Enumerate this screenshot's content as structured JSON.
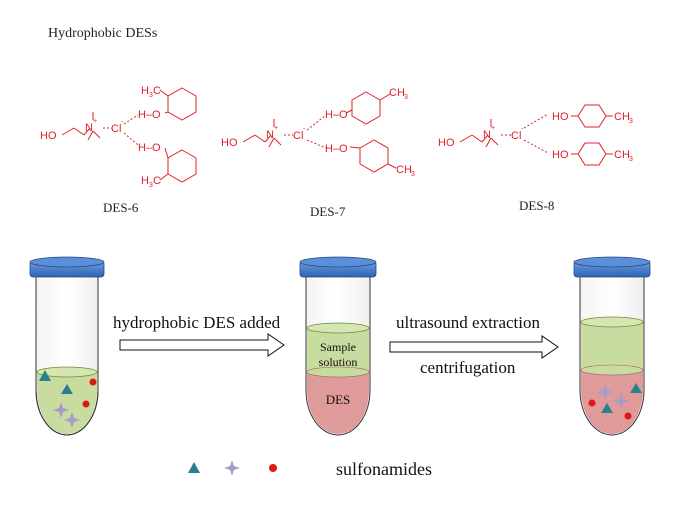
{
  "title": "Hydrophobic DESs",
  "des_labels": [
    "DES-6",
    "DES-7",
    "DES-8"
  ],
  "chem_text": {
    "oh": "HO",
    "n_plus": "N",
    "plus": "+",
    "cl": "Cl",
    "minus": "-",
    "h_o": "H–O",
    "o": "O",
    "ho_right": "HO",
    "h3c": "H",
    "h3c_sub": "3",
    "h3c_c": "C",
    "ch3": "CH",
    "ch3_sub": "3"
  },
  "steps": {
    "step1": "hydrophobic DES added",
    "step2_top": "ultrasound extraction",
    "step2_bottom": "centrifugation"
  },
  "tube2": {
    "upper_label_line1": "Sample",
    "upper_label_line2": "solution",
    "lower_label": "DES"
  },
  "legend": {
    "label": "sulfonamides",
    "items": [
      {
        "shape": "triangle",
        "color": "#2a7f8f"
      },
      {
        "shape": "star",
        "color": "#a79bc9"
      },
      {
        "shape": "dot",
        "color": "#e01818"
      }
    ]
  },
  "colors": {
    "chem_red": "#e0202a",
    "cap_blue": "#3f78c9",
    "sample_green": "#c8dca0",
    "des_pink": "#df9a9a",
    "triangle_teal": "#2a7f8f",
    "star_lilac": "#a79bc9",
    "dot_red": "#e01818"
  }
}
